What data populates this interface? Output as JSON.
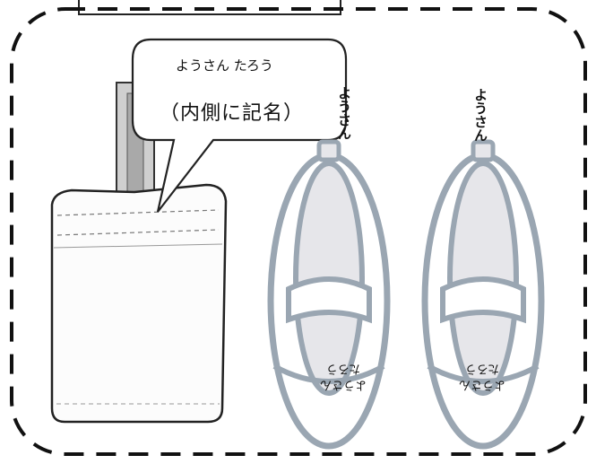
{
  "bubble": {
    "name": "ようさん たろう",
    "note": "（内側に記名）"
  },
  "shoes": {
    "left": {
      "heel_name": "ようさん",
      "sole_given": "たろう",
      "sole_family": "ようさん"
    },
    "right": {
      "heel_name": "ようさん",
      "sole_given": "たろう",
      "sole_family": "ようさん"
    }
  },
  "colors": {
    "shoe_outline": "#9aa6b2",
    "shoe_inner": "#e6e6ea",
    "frame": "#111111"
  }
}
